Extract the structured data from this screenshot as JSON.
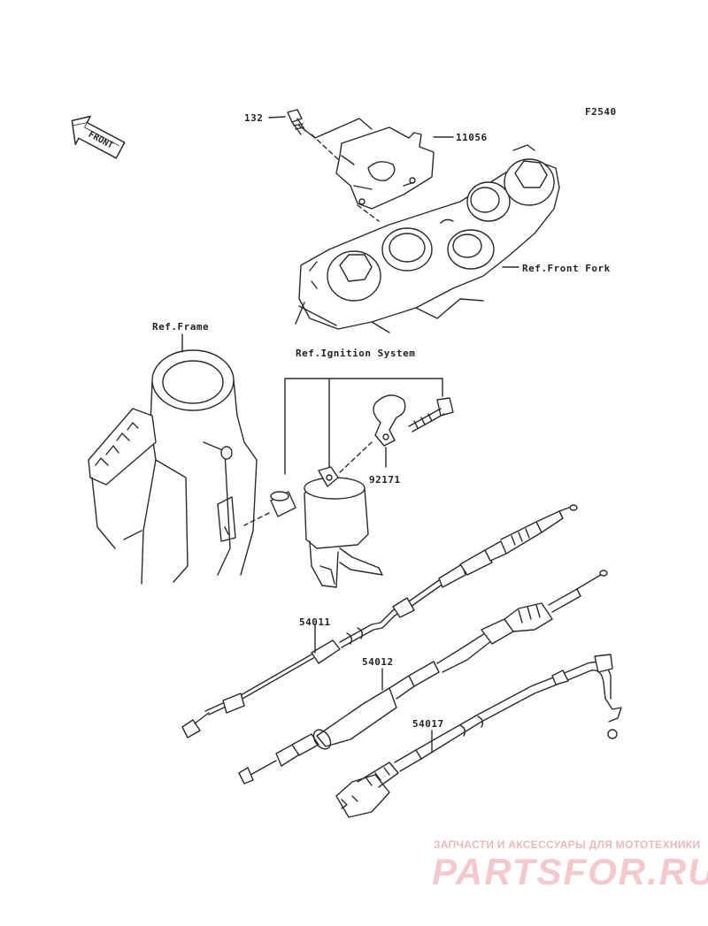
{
  "diagram": {
    "figure_code": "F2540",
    "front_label": "FRONT",
    "labels": {
      "part_132": "132",
      "part_11056": "11056",
      "ref_front_fork": "Ref.Front Fork",
      "ref_frame": "Ref.Frame",
      "ref_ignition": "Ref.Ignition System",
      "part_92171": "92171",
      "part_54011": "54011",
      "part_54012": "54012",
      "part_54017": "54017"
    }
  },
  "watermark": {
    "tagline": "ЗАПЧАСТИ И АКСЕССУАРЫ ДЛЯ МОТОТЕХНИКИ",
    "logo": "PARTSFOR.RU"
  }
}
